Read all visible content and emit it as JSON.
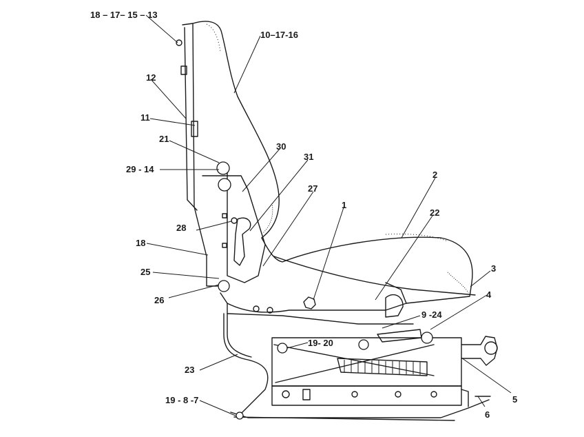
{
  "callouts": [
    {
      "id": "c1",
      "text": "18 – 17– 15 – 13"
    },
    {
      "id": "c2",
      "text": "10–17-16"
    },
    {
      "id": "c3",
      "text": "12"
    },
    {
      "id": "c4",
      "text": "11"
    },
    {
      "id": "c5",
      "text": "21"
    },
    {
      "id": "c6",
      "text": "30"
    },
    {
      "id": "c7",
      "text": "31"
    },
    {
      "id": "c8",
      "text": "29  - 14"
    },
    {
      "id": "c9",
      "text": "27"
    },
    {
      "id": "c10",
      "text": "2"
    },
    {
      "id": "c11",
      "text": "1"
    },
    {
      "id": "c12",
      "text": "22"
    },
    {
      "id": "c13",
      "text": "28"
    },
    {
      "id": "c14",
      "text": "18"
    },
    {
      "id": "c15",
      "text": "3"
    },
    {
      "id": "c16",
      "text": "25"
    },
    {
      "id": "c17",
      "text": "4"
    },
    {
      "id": "c18",
      "text": "26"
    },
    {
      "id": "c19",
      "text": "9 -24"
    },
    {
      "id": "c20",
      "text": "19- 20"
    },
    {
      "id": "c21",
      "text": "23"
    },
    {
      "id": "c22",
      "text": "5"
    },
    {
      "id": "c23",
      "text": "19 - 8  -7"
    },
    {
      "id": "c24",
      "text": "6"
    }
  ]
}
